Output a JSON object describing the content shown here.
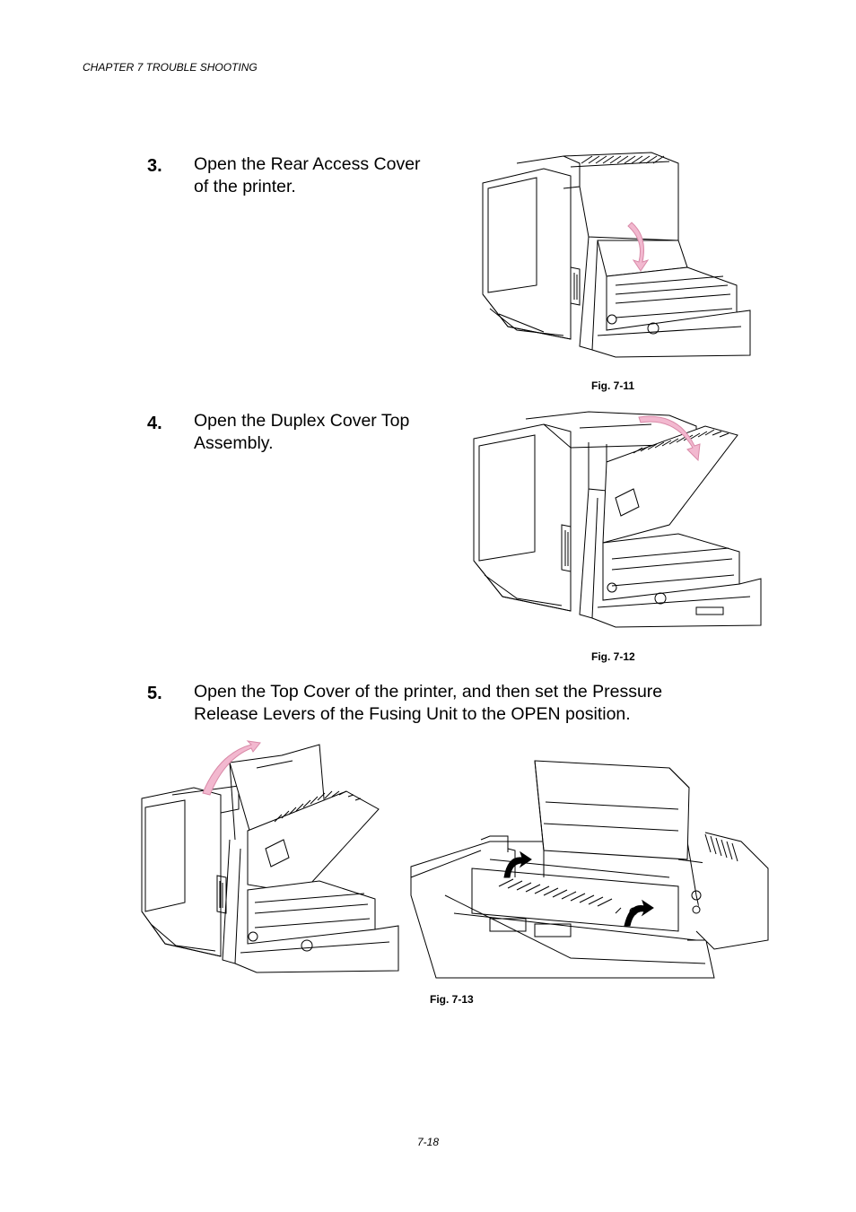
{
  "header": "CHAPTER 7 TROUBLE SHOOTING",
  "steps": [
    {
      "number": "3.",
      "line1": "Open the Rear Access Cover",
      "line2": "of the printer."
    },
    {
      "number": "4.",
      "line1": "Open the Duplex Cover Top",
      "line2": "Assembly."
    },
    {
      "number": "5.",
      "line1": "Open the Top Cover of the printer, and then set the Pressure",
      "line2": "Release Levers of the Fusing Unit to the OPEN position."
    }
  ],
  "figures": {
    "fig1": "Fig. 7-11",
    "fig2": "Fig. 7-12",
    "fig3": "Fig. 7-13"
  },
  "footer": "7-18",
  "colors": {
    "arrow_pink": "#f2b8cf",
    "line": "#000000"
  }
}
